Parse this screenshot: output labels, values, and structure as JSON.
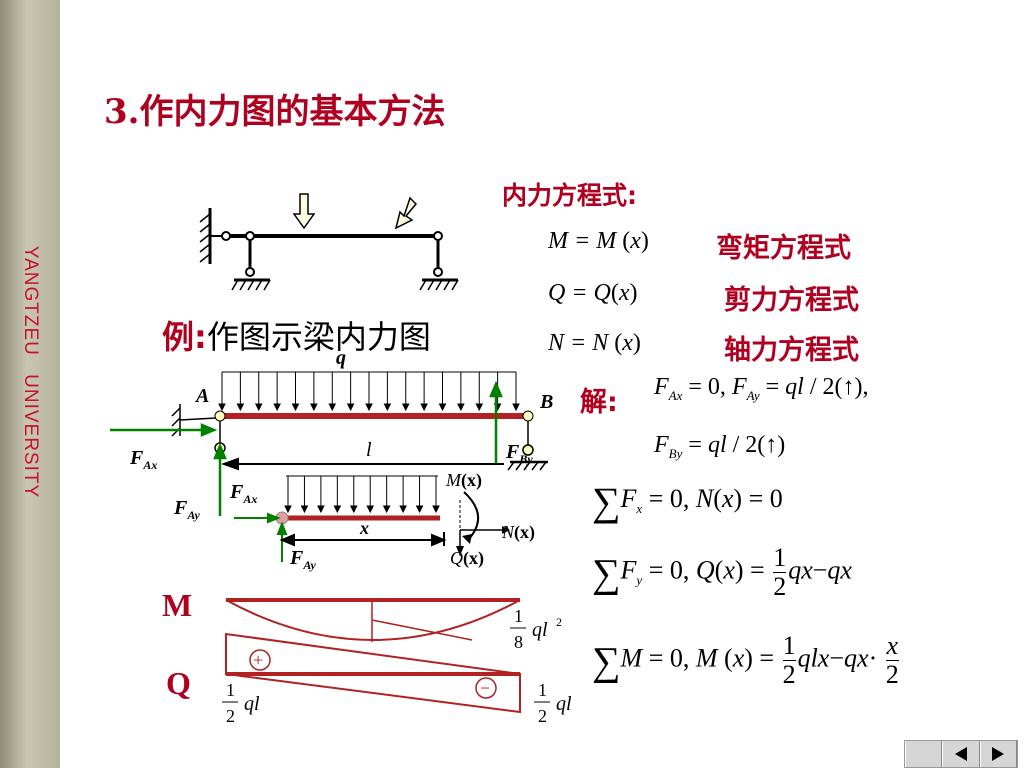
{
  "sidebar": {
    "text": "YANGTZEU   UNIVERSITY"
  },
  "title": "3.作内力图的基本方法",
  "internal_eq": {
    "heading": "内力方程式:",
    "rows": [
      {
        "eq": "M = M (x)",
        "label": "弯矩方程式"
      },
      {
        "eq": "Q = Q(x)",
        "label": "剪力方程式"
      },
      {
        "eq": "N = N (x)",
        "label": "轴力方程式"
      }
    ]
  },
  "example": {
    "label": "例:作图示梁内力图"
  },
  "solution": {
    "label": "解:",
    "reactions": [
      "F_Ax = 0, F_Ay = ql / 2(↑),",
      "F_By = ql / 2(↑)"
    ],
    "sum_fx": "∑F_x = 0, N(x) = 0",
    "sum_fy": "∑F_y = 0, Q(x) = ½qx − qx",
    "sum_m": "∑M = 0, M(x) = ½qlx − qx·x/2"
  },
  "diagram_labels": {
    "q": "q",
    "A": "A",
    "B": "B",
    "l": "l",
    "x": "x",
    "F": "F",
    "Ax": "Ax",
    "Ay": "Ay",
    "By": "By",
    "M": "M",
    "Q": "Q",
    "N": "N",
    "x_paren": "(x)",
    "M_big": "M",
    "Q_big": "Q",
    "plus": "+",
    "minus": "−",
    "one": "1",
    "eight": "8",
    "two": "2",
    "ql2": "ql",
    "sq": "2",
    "ql": "ql"
  },
  "colors": {
    "accent": "#b00020",
    "beam": "#b22222",
    "line": "#000000"
  },
  "nav": {
    "prev": "previous-slide",
    "next": "next-slide"
  }
}
